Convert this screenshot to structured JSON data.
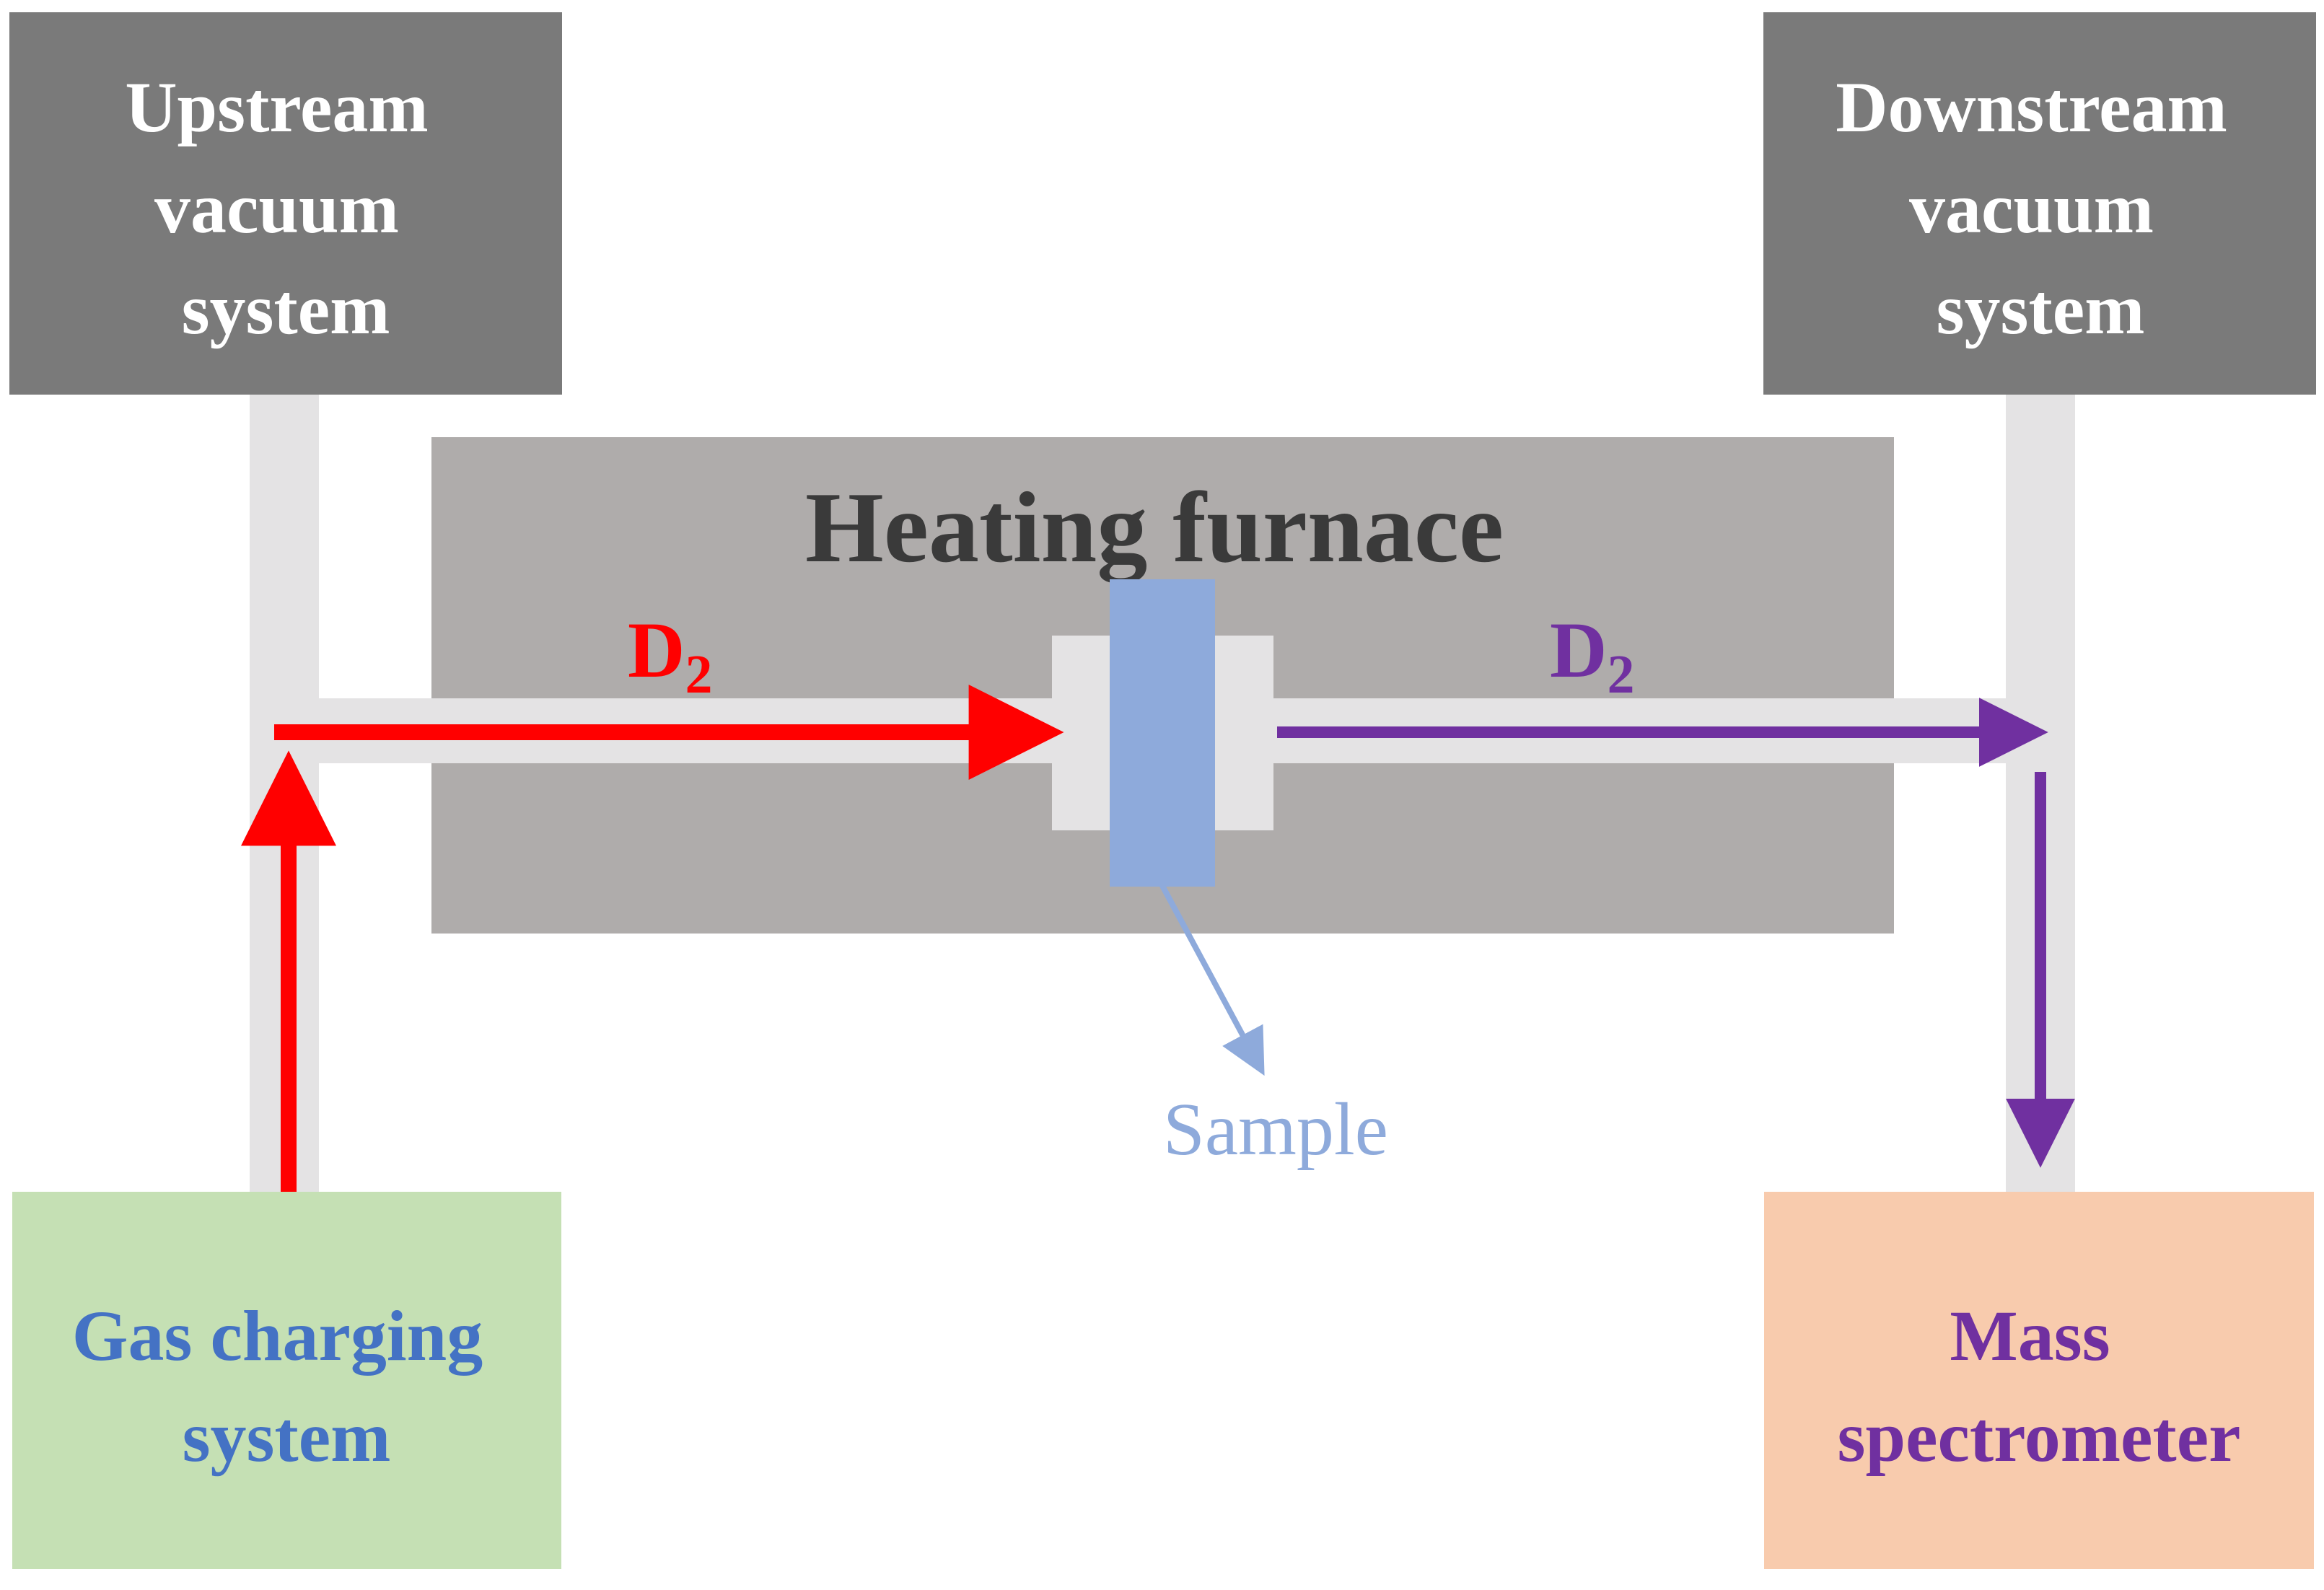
{
  "upstream": {
    "lines": [
      "Upstream",
      "vacuum",
      "system"
    ]
  },
  "downstream": {
    "lines": [
      "Downstream",
      "vacuum",
      "system"
    ]
  },
  "furnace": {
    "title": "Heating furnace"
  },
  "gas_charging": {
    "lines": [
      "Gas charging",
      "system"
    ]
  },
  "mass_spec": {
    "lines": [
      "Mass",
      "spectrometer"
    ]
  },
  "sample": {
    "label": "Sample"
  },
  "flow_in": {
    "symbol": "D",
    "subscript": "2"
  },
  "flow_out": {
    "symbol": "D",
    "subscript": "2"
  },
  "colors": {
    "vacuum_box": "#7a7a7a",
    "furnace": "#afacab",
    "pipe": "#e4e3e4",
    "sample": "#8eaadb",
    "gas_box": "#c5e0b4",
    "gas_text": "#4472c4",
    "mass_box": "#f8cbad",
    "mass_text": "#7030a0",
    "inflow": "#ff0000",
    "outflow": "#7030a0",
    "furnace_text": "#3a3a3a"
  }
}
